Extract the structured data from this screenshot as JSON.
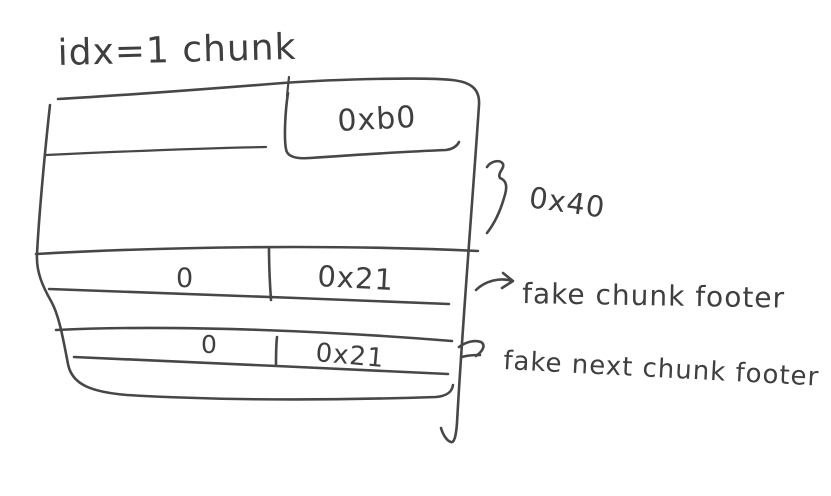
{
  "diagram": {
    "title": "idx=1 chunk",
    "ink_color": "#474747",
    "background_color": "#ffffff",
    "chunk_box": {
      "header_row": {
        "size_cell": "0xb0"
      },
      "data_region": {
        "brace_label": "0x40"
      },
      "fake_chunk_footer_row": {
        "prev_size": "0",
        "size": "0x21",
        "annotation": "fake chunk footer"
      },
      "fake_next_chunk_footer_row": {
        "prev_size": "0",
        "size": "0x21",
        "annotation": "fake next chunk footer"
      }
    }
  }
}
